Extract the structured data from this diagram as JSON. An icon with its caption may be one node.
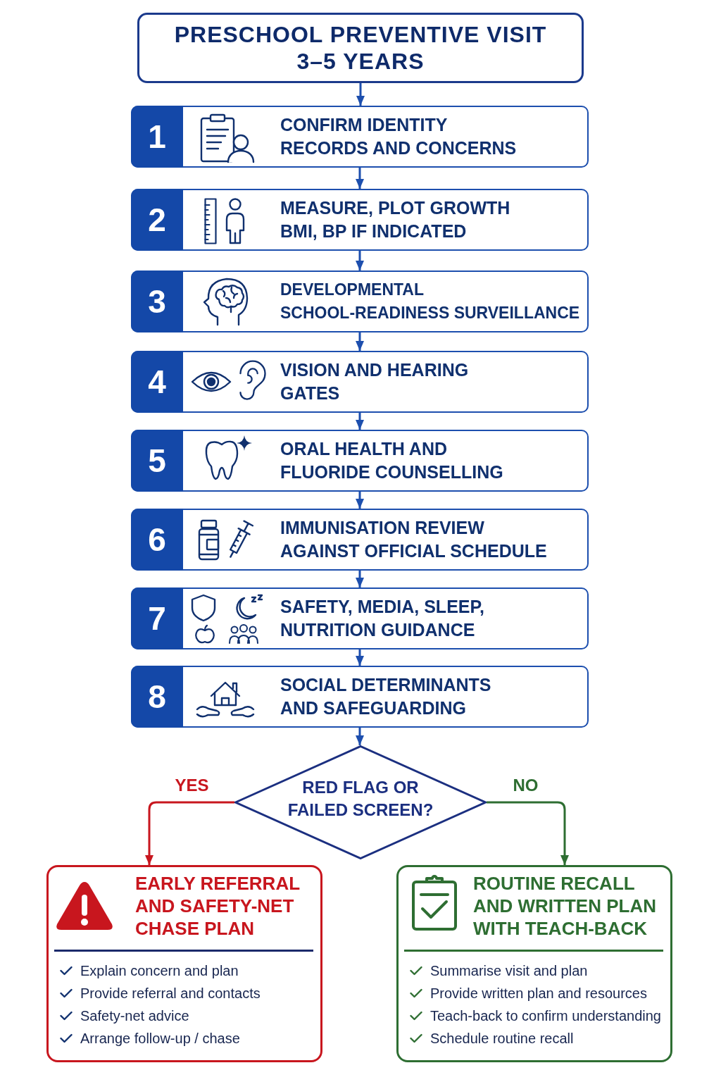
{
  "diagram": {
    "nodes": [
      {
        "text": [
          "PRESCHOOL PREVENTIVE VISIT 3–5 YEARS"
        ]
      },
      {
        "text": [
          "1",
          "CONFIRM IDENTITY RECORDS AND CONCERNS"
        ]
      },
      {
        "text": [
          "2",
          "MEASURE, PLOT GROWTH BMI, BP IF INDICATED"
        ]
      },
      {
        "text": [
          "3",
          "DEVELOPMENTAL SCHOOL-READINESS SURVEILLANCE"
        ]
      },
      {
        "text": [
          "4",
          "VISION AND HEARING GATES"
        ]
      },
      {
        "text": [
          "5",
          "ORAL HEALTH AND FLUORIDE COUNSELLING"
        ]
      },
      {
        "text": [
          "6",
          "IMMUNISATION REVIEW AGAINST OFFICIAL SCHEDULE"
        ]
      },
      {
        "text": [
          "7",
          "SAFETY, MEDIA, SLEEP, NUTRITION GUIDANCE"
        ]
      },
      {
        "text": [
          "8",
          "SOCIAL DETERMINANTS AND SAFEGUARDING"
        ]
      },
      {
        "text": [
          "RED FLAG OR FAILED SCREEN?"
        ]
      },
      {
        "text": [
          "EARLY REFERRAL AND SAFETY-NET CHASE PLAN",
          "Explain concern and plan",
          "Provide referral and contacts",
          "Safety-net advice",
          "Arrange follow-up / chase"
        ]
      },
      {
        "text": [
          "ROUTINE RECALL AND WRITTEN PLAN WITH TEACH-BACK",
          "Summarise visit and plan",
          "Provide written plan and resources",
          "Teach-back to confirm understanding",
          "Schedule routine recall"
        ]
      }
    ],
    "edges": [
      {
        "from": 0,
        "to": 1,
        "arrow": "to"
      },
      {
        "from": 1,
        "to": 2,
        "arrow": "to"
      },
      {
        "from": 2,
        "to": 3,
        "arrow": "to"
      },
      {
        "from": 3,
        "to": 4,
        "arrow": "to"
      },
      {
        "from": 4,
        "to": 5,
        "arrow": "to"
      },
      {
        "from": 5,
        "to": 6,
        "arrow": "to"
      },
      {
        "from": 6,
        "to": 7,
        "arrow": "to"
      },
      {
        "from": 7,
        "to": 8,
        "arrow": "to"
      },
      {
        "from": 8,
        "to": 9,
        "arrow": "to"
      },
      {
        "from": 9,
        "to": 10,
        "arrow": "to",
        "label": "YES",
        "color": "#c8161e"
      },
      {
        "from": 9,
        "to": 11,
        "arrow": "to",
        "label": "NO",
        "color": "#2e6e32"
      }
    ]
  }
}
